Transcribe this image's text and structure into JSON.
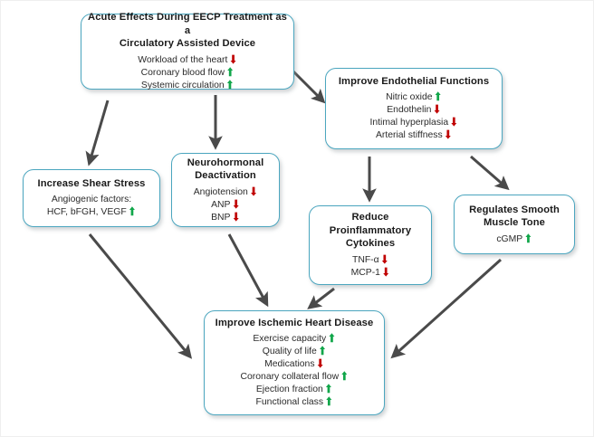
{
  "diagram": {
    "title": "EECP treatment acute effects flow diagram",
    "colors": {
      "node_border": "#4BA6BF",
      "arrow": "#4A4A4A",
      "increase": "#11A64A",
      "decrease": "#C00000",
      "background": "#FFFFFF"
    },
    "nodes": [
      {
        "id": "acute",
        "title": "Acute Effects During EECP Treatment as a Circulatory Assisted Device",
        "items": [
          {
            "label": "Workload of the heart",
            "indicator": "decrease"
          },
          {
            "label": "Coronary blood flow",
            "indicator": "increase"
          },
          {
            "label": "Systemic circulation",
            "indicator": "increase"
          }
        ]
      },
      {
        "id": "endothelial",
        "title": "Improve Endothelial  Functions",
        "items": [
          {
            "label": "Nitric oxide",
            "indicator": "increase"
          },
          {
            "label": "Endothelin",
            "indicator": "decrease"
          },
          {
            "label": "Intimal hyperplasia",
            "indicator": "decrease"
          },
          {
            "label": "Arterial stiffness",
            "indicator": "decrease"
          }
        ]
      },
      {
        "id": "shear",
        "title": "Increase Shear Stress",
        "items": [
          {
            "label": "Angiogenic factors:",
            "indicator": "none"
          },
          {
            "label": "HCF, bFGH, VEGF",
            "indicator": "increase"
          }
        ]
      },
      {
        "id": "neuro",
        "title": "Neurohormonal Deactivation",
        "items": [
          {
            "label": "Angiotension",
            "indicator": "decrease"
          },
          {
            "label": "ANP",
            "indicator": "decrease"
          },
          {
            "label": "BNP",
            "indicator": "decrease"
          }
        ]
      },
      {
        "id": "cytokines",
        "title": "Reduce Proinflammatory Cytokines",
        "items": [
          {
            "label": "TNF-α",
            "indicator": "decrease"
          },
          {
            "label": "MCP-1",
            "indicator": "decrease"
          }
        ]
      },
      {
        "id": "smooth",
        "title": "Regulates Smooth Muscle Tone",
        "items": [
          {
            "label": "cGMP",
            "indicator": "increase"
          }
        ]
      },
      {
        "id": "ischemic",
        "title": "Improve Ischemic Heart Disease",
        "items": [
          {
            "label": "Exercise capacity",
            "indicator": "increase"
          },
          {
            "label": "Quality of life",
            "indicator": "increase"
          },
          {
            "label": "Medications",
            "indicator": "decrease"
          },
          {
            "label": "Coronary collateral flow",
            "indicator": "increase"
          },
          {
            "label": "Ejection fraction",
            "indicator": "increase"
          },
          {
            "label": "Functional class",
            "indicator": "increase"
          }
        ]
      }
    ],
    "edges": [
      {
        "from": "acute",
        "to": "shear"
      },
      {
        "from": "acute",
        "to": "neuro"
      },
      {
        "from": "acute",
        "to": "endothelial"
      },
      {
        "from": "endothelial",
        "to": "cytokines"
      },
      {
        "from": "endothelial",
        "to": "smooth"
      },
      {
        "from": "shear",
        "to": "ischemic"
      },
      {
        "from": "neuro",
        "to": "ischemic"
      },
      {
        "from": "cytokines",
        "to": "ischemic"
      },
      {
        "from": "smooth",
        "to": "ischemic"
      }
    ]
  },
  "text": {
    "acute": {
      "title_line1": "Acute Effects During EECP Treatment as a",
      "title_line2": "Circulatory Assisted Device",
      "i0": "Workload of the heart",
      "i1": "Coronary blood flow",
      "i2": "Systemic circulation"
    },
    "endothelial": {
      "title": "Improve Endothelial  Functions",
      "i0": "Nitric oxide",
      "i1": "Endothelin",
      "i2": "Intimal hyperplasia",
      "i3": "Arterial stiffness"
    },
    "shear": {
      "title": "Increase Shear Stress",
      "i0": "Angiogenic factors:",
      "i1": "HCF, bFGH, VEGF"
    },
    "neuro": {
      "title_line1": "Neurohormonal",
      "title_line2": "Deactivation",
      "i0": "Angiotension",
      "i1": "ANP",
      "i2": "BNP"
    },
    "cytokines": {
      "title_line1": "Reduce",
      "title_line2": "Proinflammatory",
      "title_line3": "Cytokines",
      "i0": "TNF-α",
      "i1": "MCP-1"
    },
    "smooth": {
      "title_line1": "Regulates Smooth",
      "title_line2": "Muscle Tone",
      "i0": "cGMP"
    },
    "ischemic": {
      "title": "Improve Ischemic Heart Disease",
      "i0": "Exercise capacity",
      "i1": "Quality of life",
      "i2": "Medications",
      "i3": "Coronary collateral flow",
      "i4": "Ejection fraction",
      "i5": "Functional class"
    },
    "glyphs": {
      "up": "⬆",
      "down": "⬇"
    }
  }
}
